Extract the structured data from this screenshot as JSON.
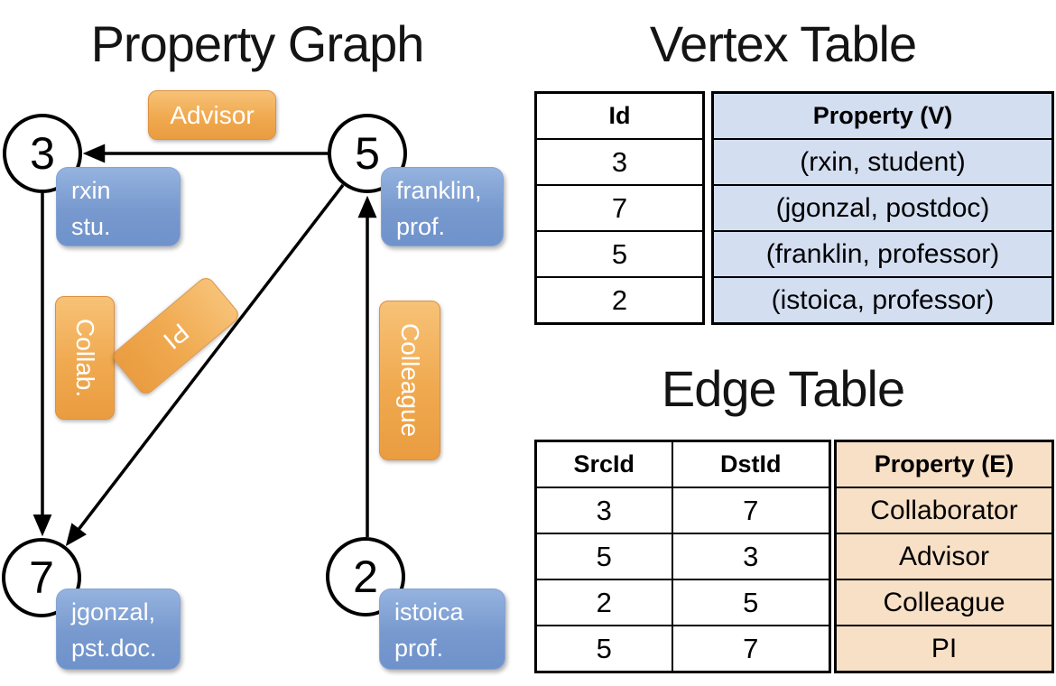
{
  "panel_titles": {
    "graph": "Property Graph",
    "vertex": "Vertex Table",
    "edge": "Edge Table"
  },
  "graph": {
    "nodes": [
      {
        "id": "3",
        "label_line1": "rxin",
        "label_line2": "stu."
      },
      {
        "id": "5",
        "label_line1": "franklin,",
        "label_line2": "prof."
      },
      {
        "id": "7",
        "label_line1": "jgonzal,",
        "label_line2": "pst.doc."
      },
      {
        "id": "2",
        "label_line1": "istoica",
        "label_line2": "prof."
      }
    ],
    "edge_labels": {
      "advisor": "Advisor",
      "collab": "Collab.",
      "pi": "PI",
      "colleague": "Colleague"
    }
  },
  "vertex_table": {
    "id_header": "Id",
    "property_header": "Property (V)",
    "ids": [
      "3",
      "7",
      "5",
      "2"
    ],
    "properties": [
      "(rxin, student)",
      "(jgonzal, postdoc)",
      "(franklin, professor)",
      "(istoica, professor)"
    ]
  },
  "edge_table": {
    "src_header": "SrcId",
    "dst_header": "DstId",
    "property_header": "Property (E)",
    "src_dst_rows": [
      [
        "3",
        "7"
      ],
      [
        "5",
        "3"
      ],
      [
        "2",
        "5"
      ],
      [
        "5",
        "7"
      ]
    ],
    "properties": [
      "Collaborator",
      "Advisor",
      "Colleague",
      "PI"
    ]
  },
  "colors": {
    "edge_label_orange": "#f0a94f",
    "vertex_box_blue": "#7e9fd4",
    "vertex_cell_bg": "#d3def1",
    "edge_cell_bg": "#f7e0c6",
    "line_black": "#000000"
  }
}
